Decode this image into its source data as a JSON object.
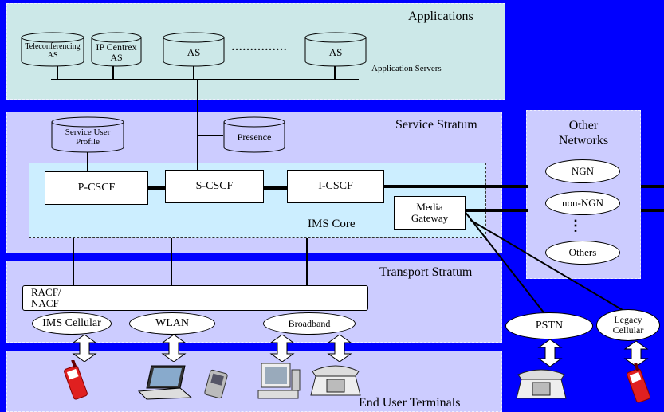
{
  "layers": {
    "applications": "Applications",
    "service": "Service Stratum",
    "transport": "Transport Stratum",
    "end_user": "End User Terminals",
    "other_networks": "Other\nNetworks"
  },
  "app_servers": {
    "teleconf": "Teleconferencing\nAS",
    "ipcentrex": "IP Centrex\nAS",
    "as1": "AS",
    "dots": "……………",
    "as2": "AS",
    "label": "Application Servers"
  },
  "service": {
    "profile": "Service User\nProfile",
    "presence": "Presence",
    "pcscf": "P-CSCF",
    "scscf": "S-CSCF",
    "icscf": "I-CSCF",
    "media_gateway": "Media\nGateway",
    "ims_core": "IMS Core"
  },
  "transport": {
    "racf": "RACF/\nNACF",
    "ims_cellular": "IMS Cellular",
    "wlan": "WLAN",
    "broadband": "Broadband"
  },
  "other": {
    "ngn": "NGN",
    "non_ngn": "non-NGN",
    "vdots": "⋮",
    "others": "Others"
  },
  "legacy": {
    "pstn": "PSTN",
    "legacy_cellular": "Legacy\nCellular"
  },
  "colors": {
    "background": "#0000ff",
    "applications_layer": "#cce8e8",
    "service_layer": "#ccccff",
    "ims_core": "#cceeff",
    "phone_red": "#e02020"
  }
}
